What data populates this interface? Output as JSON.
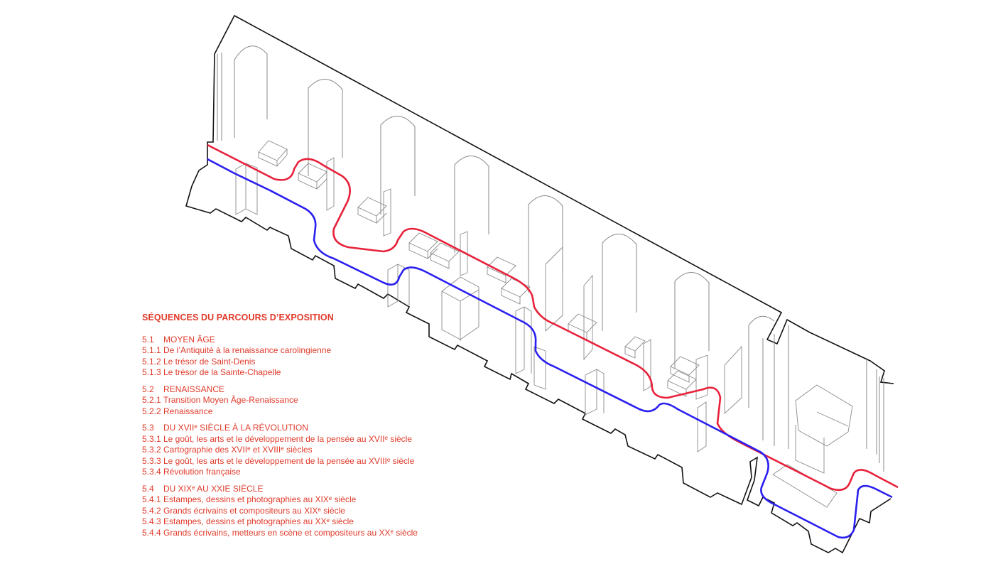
{
  "legend": {
    "title": "SÉQUENCES DU PARCOURS D’EXPOSITION",
    "groups": [
      {
        "num": "5.1",
        "label": "MOYEN ÂGE",
        "items": [
          {
            "num": "5.1.1",
            "label": "De l’Antiquité à la renaissance carolingienne"
          },
          {
            "num": "5.1.2",
            "label": "Le trésor de Saint-Denis"
          },
          {
            "num": "5.1.3",
            "label": "Le trésor de la Sainte-Chapelle"
          }
        ]
      },
      {
        "num": "5.2",
        "label": "RENAISSANCE",
        "items": [
          {
            "num": "5.2.1",
            "label": "Transition Moyen Âge-Renaissance"
          },
          {
            "num": "5.2.2",
            "label": "Renaissance"
          }
        ]
      },
      {
        "num": "5.3",
        "label": "DU XVIIᵉ SIÈCLE À LA RÉVOLUTION",
        "items": [
          {
            "num": "5.3.1",
            "label": "Le goût, les arts et le développement de la pensée au XVIIᵉ siècle"
          },
          {
            "num": "5.3.2",
            "label": "Cartographie des XVIIᵉ et XVIIIᵉ siècles"
          },
          {
            "num": "5.3.3",
            "label": "Le goût, les arts et le développement de la pensée au XVIIIᵉ siècle"
          },
          {
            "num": "5.3.4",
            "label": "Révolution française"
          }
        ]
      },
      {
        "num": "5.4",
        "label": "DU XIXᵉ AU XXIE SIÈCLE",
        "items": [
          {
            "num": "5.4.1",
            "label": "Estampes, dessins et photographies au XIXᵉ siècle"
          },
          {
            "num": "5.4.2",
            "label": "Grands écrivains et compositeurs au XIXᵉ siècle"
          },
          {
            "num": "5.4.3",
            "label": "Estampes, dessins et photographies au XXᵉ siècle"
          },
          {
            "num": "5.4.4",
            "label": "Grands écrivains, metteurs en scène et compositeurs au XXᵉ siècle"
          }
        ]
      }
    ]
  },
  "colors": {
    "route_red": "#e8213b",
    "route_blue": "#2a1ff0",
    "walls": "#111111",
    "interior": "#8a8a8a",
    "legend_text": "#e03a2a"
  }
}
